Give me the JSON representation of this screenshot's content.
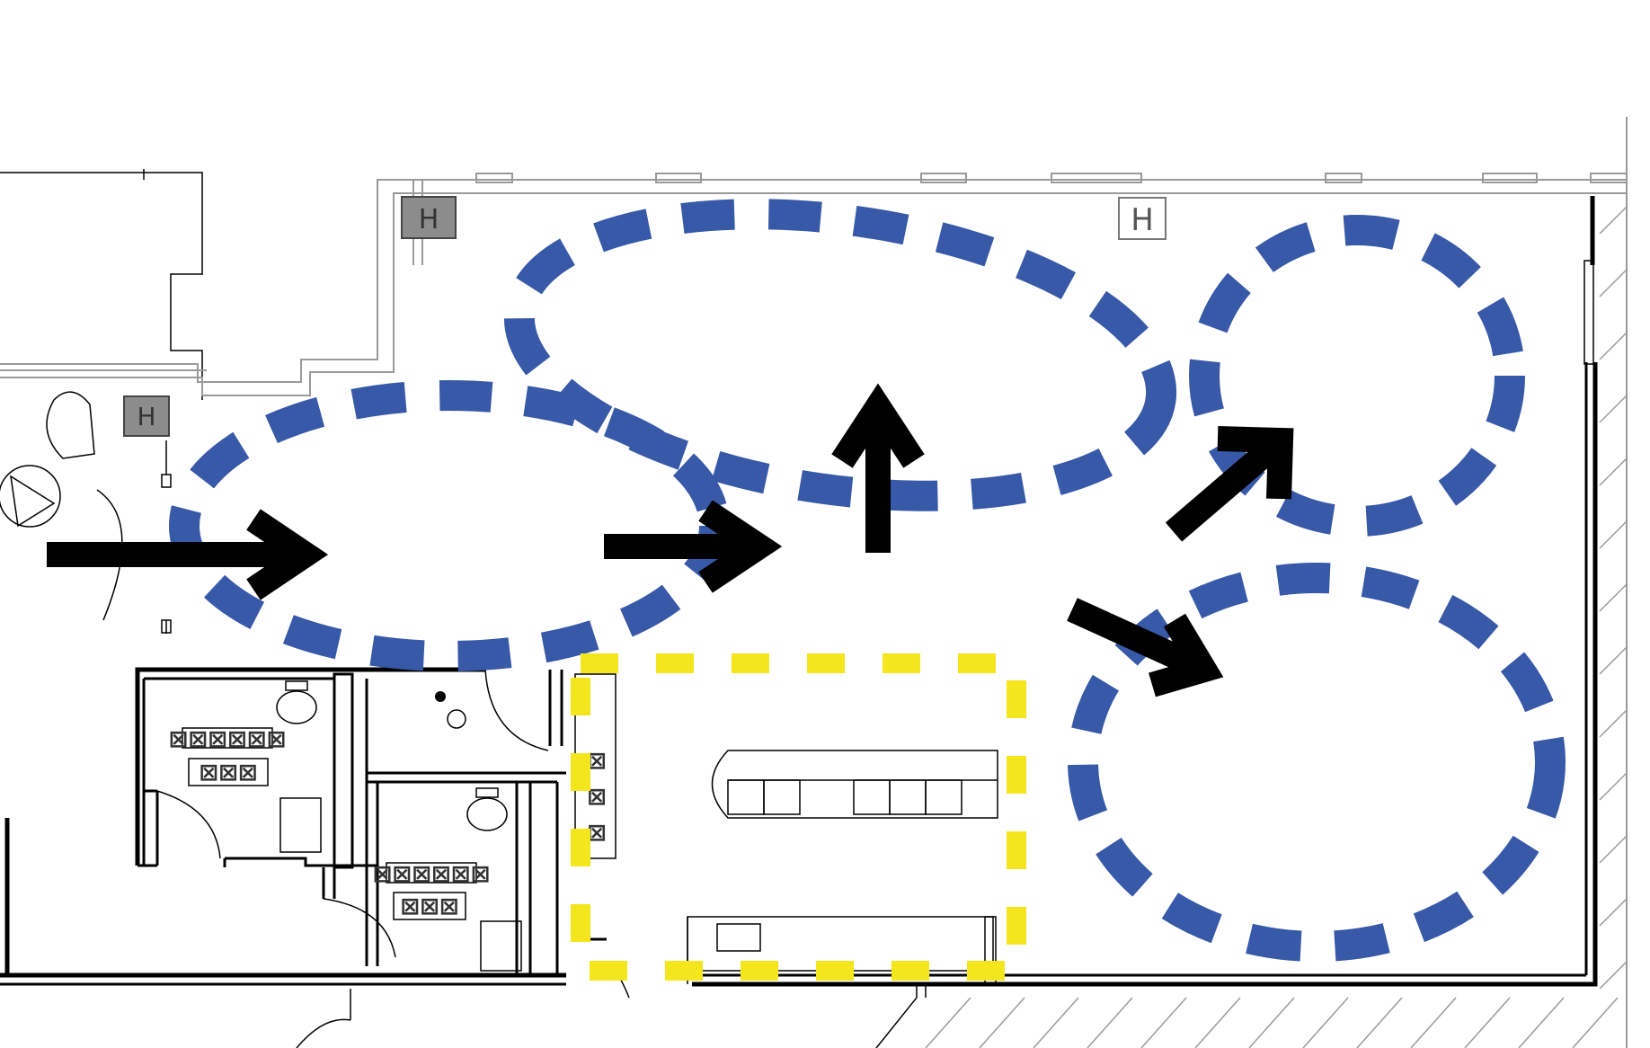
{
  "colors": {
    "background": "#ffffff",
    "walls": "#000000",
    "façade": "#9a9a9a",
    "column_fill": "#8c8c8c",
    "zone_blue": "#3858a8",
    "zone_yellow": "#f4e61c",
    "arrow": "#000000"
  },
  "labels": {
    "column_mark": "H"
  },
  "zones": [
    {
      "id": "zone-entry",
      "shape": "ellipse"
    },
    {
      "id": "zone-center",
      "shape": "ellipse"
    },
    {
      "id": "zone-north-east",
      "shape": "ellipse"
    },
    {
      "id": "zone-south-east",
      "shape": "ellipse"
    },
    {
      "id": "zone-service",
      "shape": "rectangle"
    }
  ],
  "arrows": [
    {
      "id": "arrow-entry",
      "direction": "east"
    },
    {
      "id": "arrow-center-east",
      "direction": "east"
    },
    {
      "id": "arrow-north",
      "direction": "north"
    },
    {
      "id": "arrow-north-east",
      "direction": "north-east"
    },
    {
      "id": "arrow-south-east",
      "direction": "south-east"
    }
  ]
}
